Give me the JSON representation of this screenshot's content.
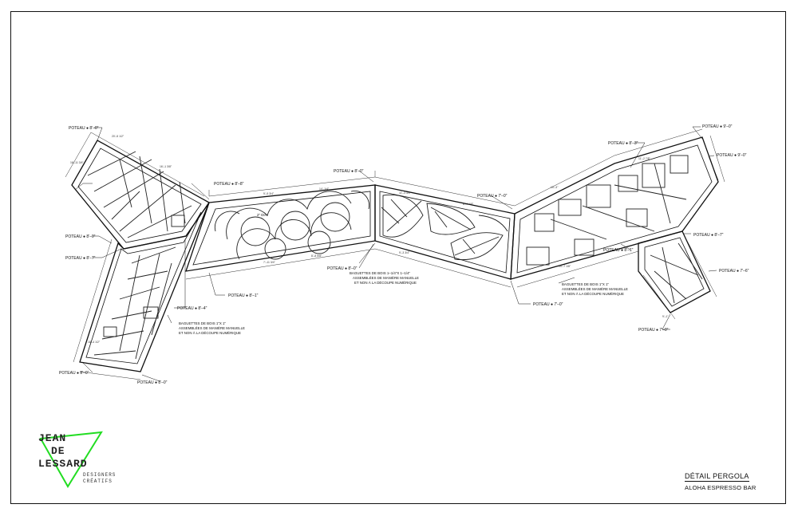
{
  "callouts": {
    "poteau_tl": "POTEAU ● 8'–0\"",
    "poteau_l1": "POTEAU ● 8'–0\"",
    "poteau_l2": "POTEAU ● 8'–7\"",
    "poteau_bl1": "POTEAU ● 8'–0\"",
    "poteau_bl2": "POTEAU ● 8'–0\"",
    "poteau_mid1": "POTEAU ● 8'–8\"",
    "poteau_mid2": "POTEAU ● 8'–4\"",
    "poteau_mid3": "POTEAU ● 8'–1\"",
    "poteau_center_top": "POTEAU ● 8'–0\"",
    "poteau_center_bot": "POTEAU ● 8'–0\"",
    "poteau_center_r": "POTEAU ● 7'–0\"",
    "poteau_r_bot": "POTEAU ● 7'–0\"",
    "poteau_r_mid": "POTEAU ● 8'–3\"",
    "poteau_r_mid2": "POTEAU ● 8'–1\"",
    "poteau_tr1": "POTEAU ● 9'–0\"",
    "poteau_tr2": "POTEAU ● 9'–0\"",
    "poteau_r1": "POTEAU ● 8'–7\"",
    "poteau_r2": "POTEAU ● 7'–6\"",
    "poteau_br": "POTEAU ● 7'–0\""
  },
  "notes": {
    "dia": "2\" DIA.",
    "note_left_1": "BAGUETTES DE BOIS 1\"X 1\"",
    "note_left_2": "ASSEMBLÉES DE MANIÈRE MANUELLE",
    "note_left_3": "ET NON À LA DÉCOUPE NUMÉRIQUE",
    "note_center_1": "BAGUETTES DE BOIS 1–1/4\"X 1–1/4\"",
    "note_center_2": "ASSEMBLÉES DE MANIÈRE MANUELLE",
    "note_center_3": "ET NON À LA DÉCOUPE NUMÉRIQUE",
    "note_right_1": "BAGUETTES DE BOIS 1\"X 1\"",
    "note_right_2": "ASSEMBLÉES DE MANIÈRE MANUELLE",
    "note_right_3": "ET NON À LA DÉCOUPE NUMÉRIQUE"
  },
  "title": {
    "main": "DÉTAIL PERGOLA",
    "sub": "ALOHA ESPRESSO BAR"
  },
  "logo": {
    "line1": "JEAN",
    "line2": "DE",
    "line3": "LESSARD",
    "small1": "DESIGNERS",
    "small2": "CRÉATIFS",
    "accent": "#22dd22"
  }
}
